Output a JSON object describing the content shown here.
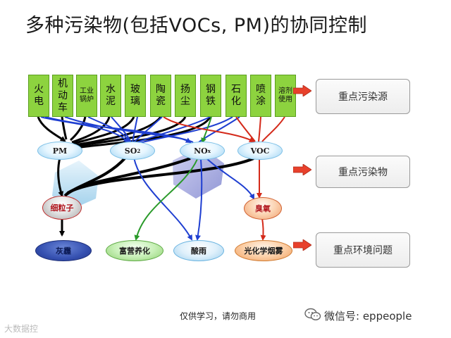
{
  "title": "多种污染物(包括VOCs, PM)的协同控制",
  "sources": [
    "火电",
    "机动车",
    "工业锅炉",
    "水泥",
    "玻璃",
    "陶瓷",
    "扬尘",
    "钢铁",
    "石化",
    "喷涂",
    "溶剂使用"
  ],
  "pollutants": {
    "pm": "PM",
    "so2": {
      "base": "SO",
      "sub": "2"
    },
    "nox": {
      "base": "NO",
      "sub": "x"
    },
    "voc": "VOC"
  },
  "intermediates": {
    "fine_particles": "细粒子",
    "ozone": "臭氧"
  },
  "problems": {
    "haze": "灰霾",
    "eutrophication": "富营养化",
    "acid_rain": "酸雨",
    "photochemical_smog": "光化学烟雾"
  },
  "side_labels": {
    "key_sources": "重点污染源",
    "key_pollutants": "重点污染物",
    "key_env_issues": "重点环境问题"
  },
  "footer_note": "仅供学习，请勿商用",
  "wechat": "微信号: eppeople",
  "watermark": "大数据控",
  "colors": {
    "source_green": "#8dd33f",
    "arrow_red": "#e8412c",
    "line_black": "#000000",
    "line_blue": "#1f3fd1",
    "line_green": "#2a9a2a",
    "line_red": "#d42a1a"
  }
}
